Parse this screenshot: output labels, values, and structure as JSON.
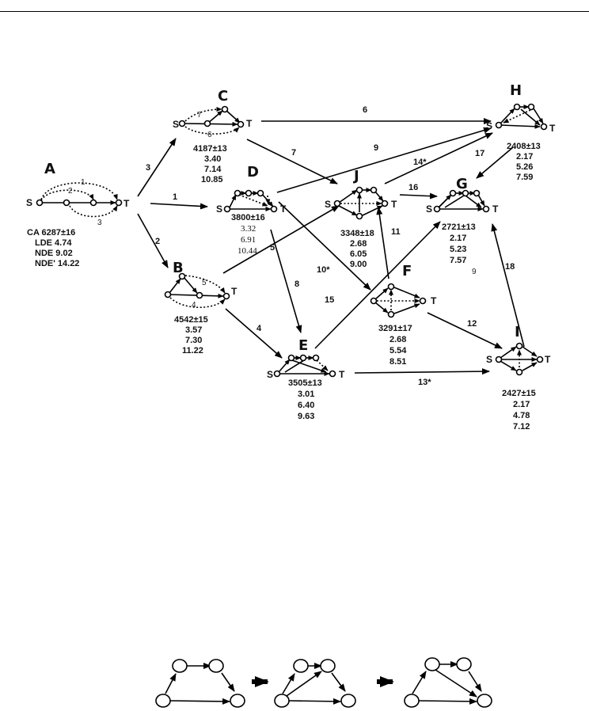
{
  "nodes": {
    "A": {
      "label": "A",
      "values": [
        "CA 6287±16",
        "LDE   4.74",
        "NDE   9.02",
        "NDE' 14.22"
      ]
    },
    "B": {
      "label": "B",
      "values": [
        "4542±15",
        "3.57",
        "7.30",
        "11.22"
      ]
    },
    "C": {
      "label": "C",
      "values": [
        "4187±13",
        "3.40",
        "7.14",
        "10.85"
      ]
    },
    "D": {
      "label": "D",
      "values": [
        "3800±16",
        "3.32",
        "6.91",
        "10.44"
      ]
    },
    "E": {
      "label": "E",
      "values": [
        "3505±13",
        "3.01",
        "6.40",
        "9.63"
      ]
    },
    "F": {
      "label": "F",
      "values": [
        "3291±17",
        "2.68",
        "5.54",
        "8.51"
      ]
    },
    "G": {
      "label": "G",
      "values": [
        "2721±13",
        "2.17",
        "5.23",
        "7.57"
      ]
    },
    "H": {
      "label": "H",
      "values": [
        "2408±13",
        "2.17",
        "5.26",
        "7.59"
      ]
    },
    "I": {
      "label": "I",
      "values": [
        "2427±15",
        "2.17",
        "4.78",
        "7.12"
      ]
    },
    "J": {
      "label": "J",
      "values": [
        "3348±18",
        "2.68",
        "6.05",
        "9.00"
      ]
    }
  },
  "terminals": {
    "source": "S",
    "target": "T"
  },
  "transitions": [
    {
      "id": "AC",
      "from": "A",
      "to": "C",
      "label": "3"
    },
    {
      "id": "AD",
      "from": "A",
      "to": "D",
      "label": "1"
    },
    {
      "id": "AB",
      "from": "A",
      "to": "B",
      "label": "2"
    },
    {
      "id": "CH",
      "from": "C",
      "to": "H",
      "label": "6"
    },
    {
      "id": "CJ",
      "from": "C",
      "to": "J",
      "label": "7"
    },
    {
      "id": "DH",
      "from": "D",
      "to": "H",
      "label": "9"
    },
    {
      "id": "DE",
      "from": "D",
      "to": "E",
      "label": "8"
    },
    {
      "id": "DF",
      "from": "D",
      "to": "F",
      "label": "10*"
    },
    {
      "id": "BJ",
      "from": "B",
      "to": "J",
      "label": "5"
    },
    {
      "id": "BE",
      "from": "B",
      "to": "E",
      "label": "4"
    },
    {
      "id": "EG",
      "from": "E",
      "to": "G",
      "label": "15"
    },
    {
      "id": "EI",
      "from": "E",
      "to": "I",
      "label": "13*"
    },
    {
      "id": "JG",
      "from": "J",
      "to": "G",
      "label": "16"
    },
    {
      "id": "JH",
      "from": "J",
      "to": "H",
      "label": "14*"
    },
    {
      "id": "FJ",
      "from": "F",
      "to": "J",
      "label": "11"
    },
    {
      "id": "FI",
      "from": "F",
      "to": "I",
      "label": "12"
    },
    {
      "id": "HG",
      "from": "H",
      "to": "G",
      "label": "17"
    },
    {
      "id": "IG",
      "from": "I",
      "to": "G",
      "label": "18"
    }
  ],
  "inner_labels": {
    "A": [
      "1",
      "2",
      "3"
    ],
    "B": [
      "5",
      "4"
    ],
    "C": [
      "7",
      "6"
    ],
    "G": [
      "9"
    ]
  }
}
